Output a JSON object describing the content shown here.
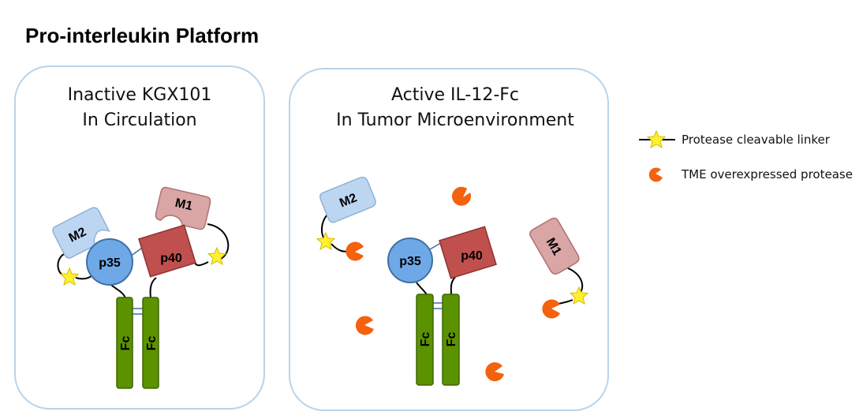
{
  "title": "Pro-interleukin Platform",
  "panels": [
    {
      "title_line1": "Inactive KGX101",
      "title_line2": "In Circulation"
    },
    {
      "title_line1": "Active IL-12-Fc",
      "title_line2": "In Tumor Microenvironment"
    }
  ],
  "labels": {
    "m1": "M1",
    "m2": "M2",
    "p35": "p35",
    "p40": "p40",
    "fc": "Fc"
  },
  "legend": {
    "linker": "Protease cleavable linker",
    "protease": "TME overexpressed protease"
  },
  "colors": {
    "panel_border": "#b8d4ea",
    "m1_fill": "#d9a5a5",
    "m1_stroke": "#b07070",
    "m2_fill": "#bcd6f2",
    "m2_stroke": "#8fb1d8",
    "p35_fill": "#6fa8e6",
    "p35_stroke": "#3f6fa8",
    "p40_fill": "#c0504d",
    "p40_stroke": "#8c3331",
    "fc_fill": "#5b9200",
    "fc_stroke": "#3e6600",
    "star_fill": "#fff12e",
    "star_stroke": "#d8b800",
    "protease_fill": "#f4610f"
  }
}
